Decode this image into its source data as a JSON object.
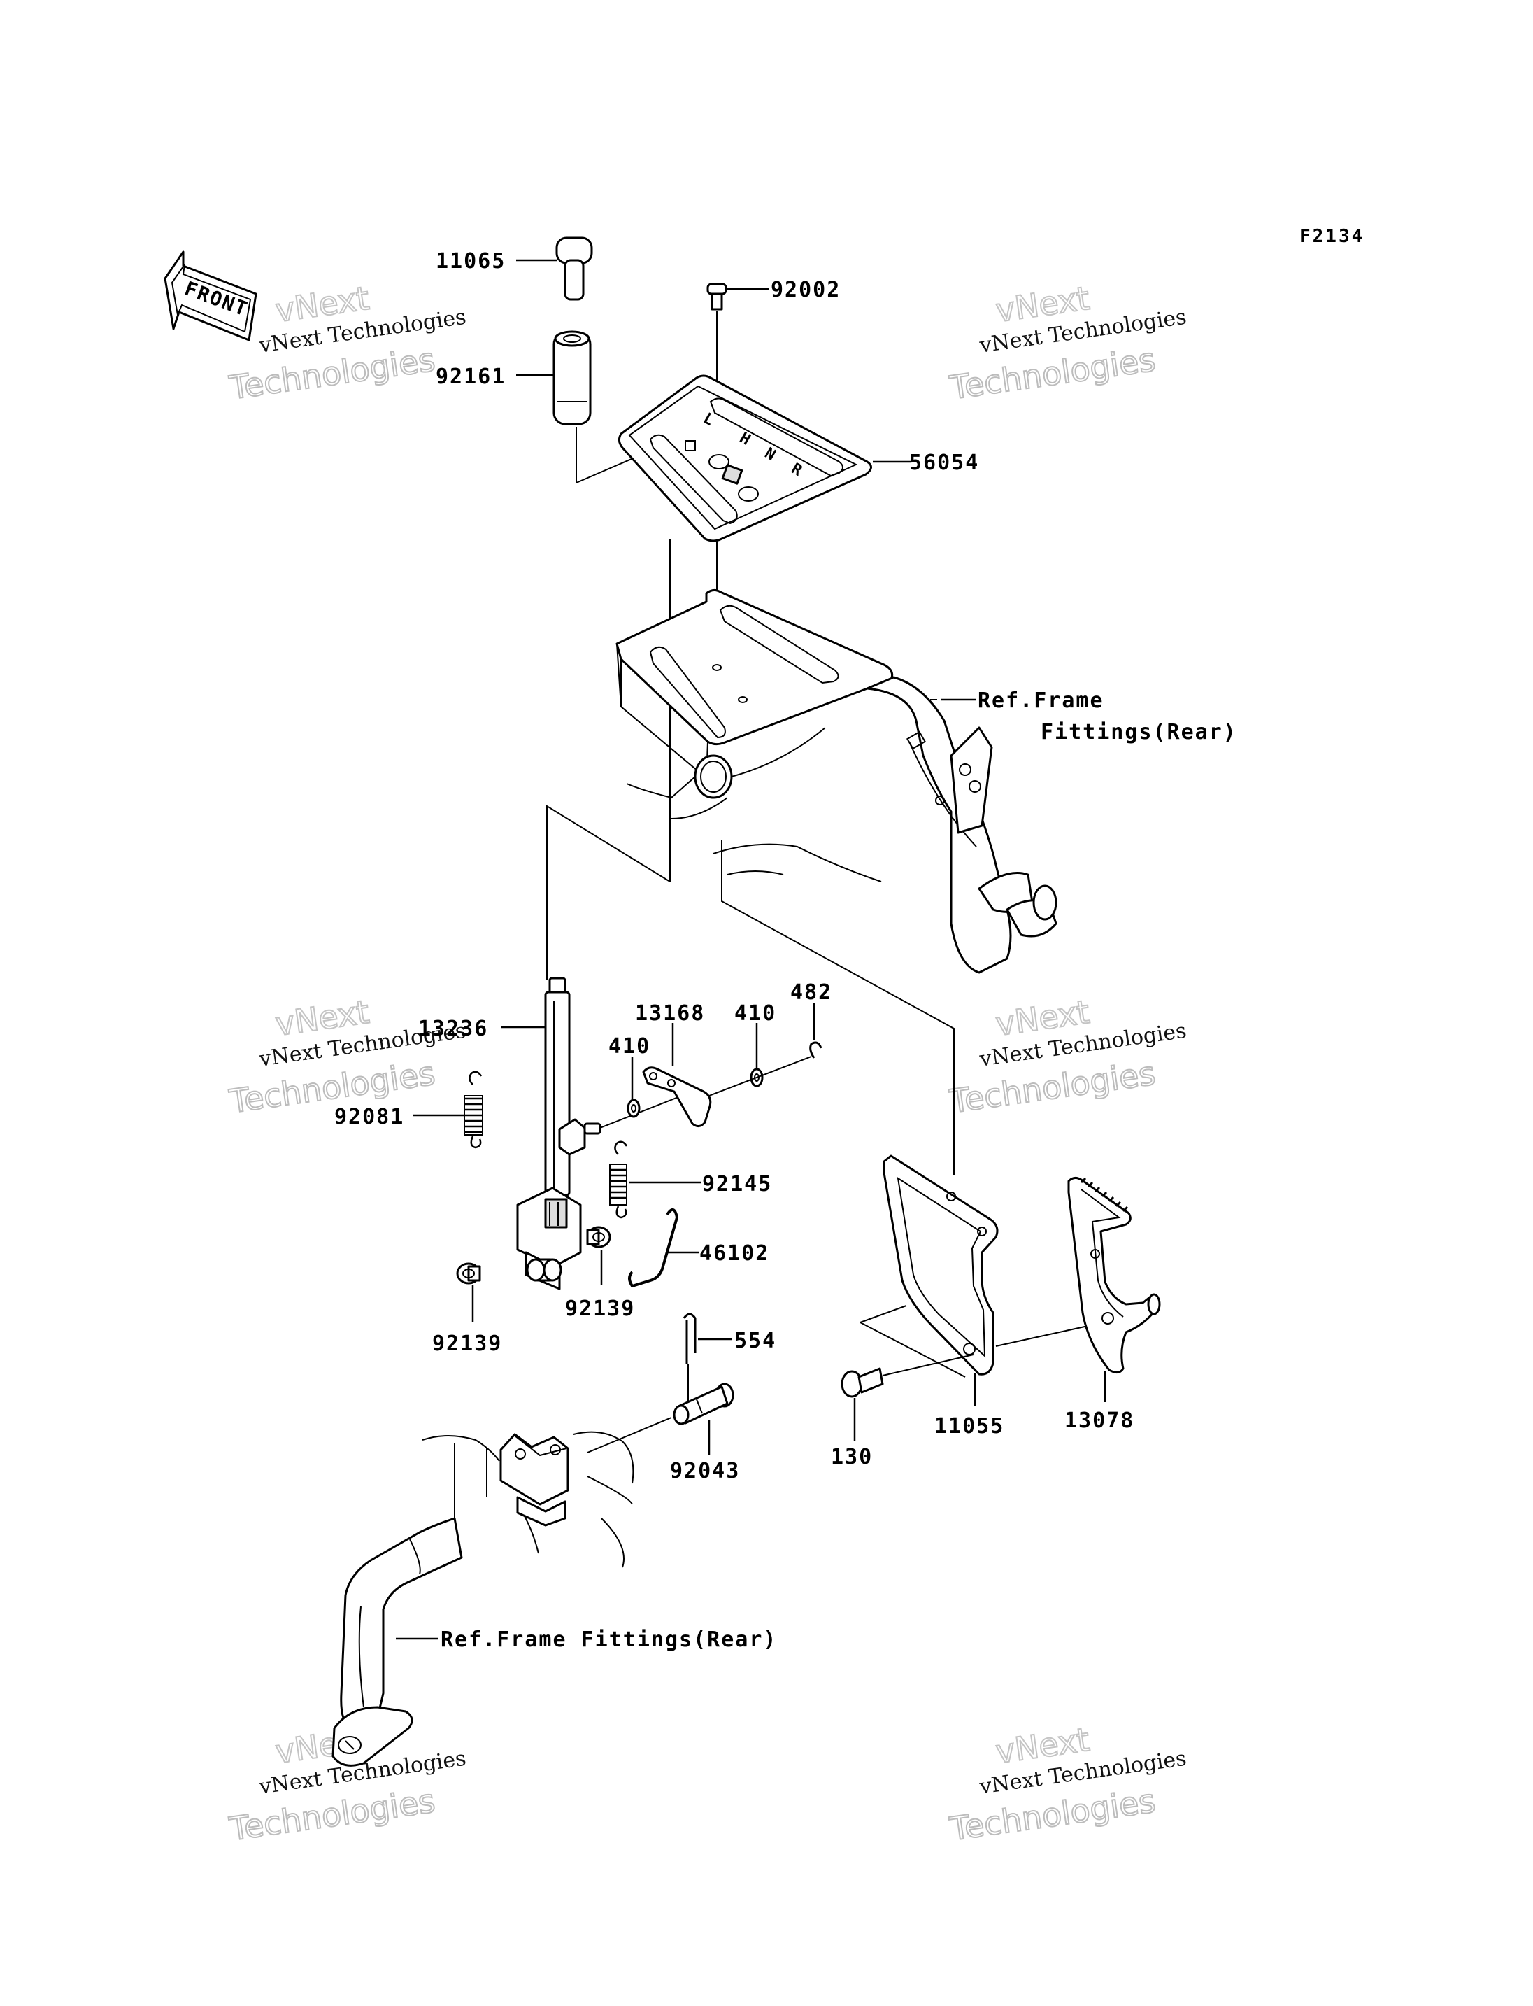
{
  "diagram_code": "F2134",
  "front_marker": "FRONT",
  "watermark": {
    "line1": "vNext",
    "line2": "vNext Technologies",
    "line3": "Technologies"
  },
  "parts": {
    "p11065": "11065",
    "p92002": "92002",
    "p92161": "92161",
    "p56054": "56054",
    "p13236": "13236",
    "p13168": "13168",
    "p410a": "410",
    "p410b": "410",
    "p482": "482",
    "p92081": "92081",
    "p92145": "92145",
    "p46102": "46102",
    "p92139a": "92139",
    "p92139b": "92139",
    "p554": "554",
    "p92043": "92043",
    "p130": "130",
    "p11055": "11055",
    "p13078": "13078"
  },
  "references": {
    "frame_rear_1_line1": "Ref.Frame",
    "frame_rear_1_line2": "Fittings(Rear)",
    "frame_rear_2": "Ref.Frame Fittings(Rear)"
  },
  "gate_letters": [
    "L",
    "H",
    "N",
    "R"
  ]
}
